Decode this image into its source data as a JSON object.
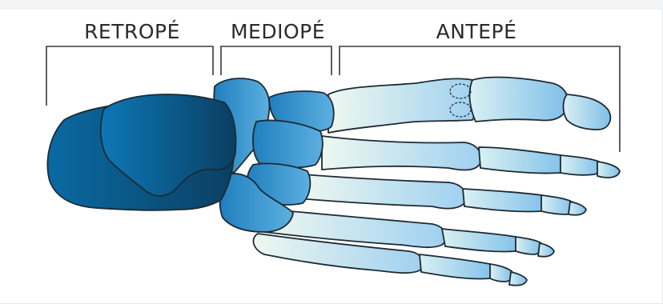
{
  "regions": {
    "hindfoot": "RETROPÉ",
    "midfoot": "MEDIOPÉ",
    "forefoot": "ANTEPÉ"
  },
  "colors": {
    "hindfoot_dark": "#0b4a72",
    "hindfoot_mid": "#0a6aa3",
    "midfoot": "#3b97cf",
    "forefoot_light": "#e8f6ef",
    "forefoot_blue": "#8cc6ec",
    "outline": "#1e2a33",
    "bracket": "#3a3a3a"
  }
}
